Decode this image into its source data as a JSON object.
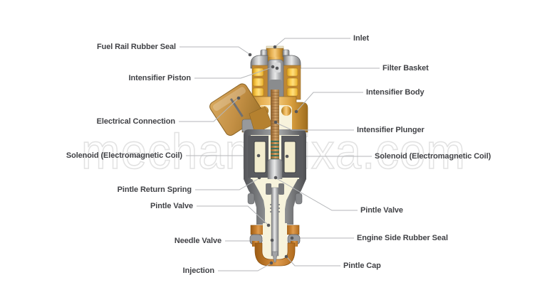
{
  "diagram": {
    "watermark": "mechanicfixa.com",
    "labels_left": [
      {
        "text": "Fuel Rail Rubber Seal"
      },
      {
        "text": "Intensifier Piston"
      },
      {
        "text": "Electrical Connection"
      },
      {
        "text": "Solenoid (Electromagnetic Coil)"
      },
      {
        "text": "Pintle Return Spring"
      },
      {
        "text": "Pintle Valve"
      },
      {
        "text": "Needle Valve"
      },
      {
        "text": "Injection"
      }
    ],
    "labels_right": [
      {
        "text": "Inlet"
      },
      {
        "text": "Filter Basket"
      },
      {
        "text": "Intensifier Body"
      },
      {
        "text": "Intensifier Plunger"
      },
      {
        "text": "Solenoid (Electromagnetic Coil)"
      },
      {
        "text": "Pintle Valve"
      },
      {
        "text": "Engine Side Rubber Seal"
      },
      {
        "text": "Pintle Cap"
      }
    ],
    "colors": {
      "gold_body": "#d99f3e",
      "yellow_band": "#ffd257",
      "metal_gray": "#a2a4a7",
      "shell_gray": "#737476",
      "cream_interior": "#f7f3dc",
      "copper_plunger": "#c08b52",
      "connector_tan": "#c49045",
      "orange_cap": "#cd8433",
      "leader_line": "#b4b6b9",
      "callout_dot": "#56575a",
      "label_text": "#414246",
      "watermark_outline": "#e2e2e2"
    }
  }
}
